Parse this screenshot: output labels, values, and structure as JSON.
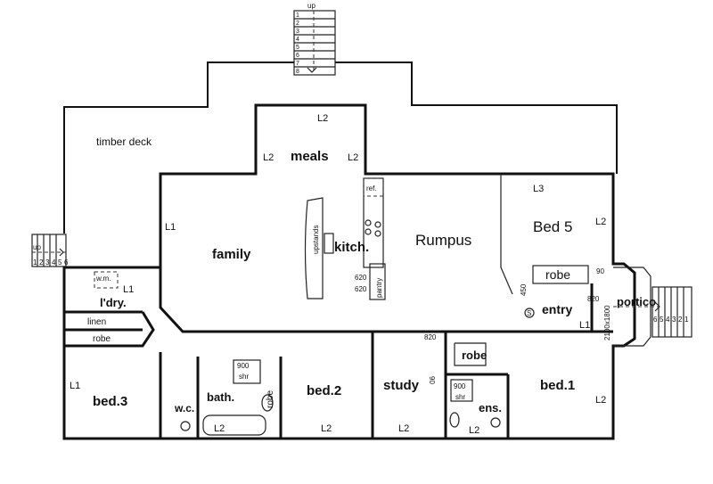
{
  "rooms": {
    "timber_deck": "timber deck",
    "meals": "meals",
    "family": "family",
    "kitchen": "kitch.",
    "rumpus": "Rumpus",
    "bed5": "Bed 5",
    "laundry": "l'dry.",
    "linen": "linen",
    "robe_hall": "robe",
    "robe_bed5": "robe",
    "robe_bed2": "robe",
    "robe_bed1": "robe",
    "entry": "entry",
    "portico": "portico",
    "bed3": "bed.3",
    "wc": "w.c.",
    "bath": "bath.",
    "bed2": "bed.2",
    "study": "study",
    "ensuite": "ens.",
    "bed1": "bed.1",
    "pantry": "pantry",
    "ref": "ref.",
    "upstands": "upstands",
    "washing_machine": "w.m."
  },
  "levels": {
    "meals_top": "L2",
    "meals_left": "L2",
    "meals_right": "L2",
    "family": "L1",
    "bed5_top": "L3",
    "bed5_right": "L2",
    "laundry": "L1",
    "entry": "L1",
    "bed3": "L1",
    "bath": "L2",
    "bed2": "L2",
    "study": "L2",
    "ensuite": "L2",
    "bed1": "L2"
  },
  "dimensions": {
    "pantry_door_1": "620",
    "pantry_door_2": "620",
    "robe_90": "90",
    "dim_450": "450",
    "entry_door": "820",
    "portico_door": "2100x1800",
    "study_door": "820",
    "study_90": "90",
    "shower_bath": "900",
    "shower_bath_label": "shr",
    "shower_ens": "900",
    "shower_ens_label": "shr",
    "smoke_detector": "S"
  },
  "stairs": {
    "top_label": "up",
    "top_steps": [
      "1",
      "2",
      "3",
      "4",
      "5",
      "6",
      "7",
      "8"
    ],
    "left_label": "up",
    "left_steps": [
      "1",
      "2",
      "3",
      "4",
      "5",
      "6"
    ],
    "right_steps": [
      "6",
      "5",
      "4",
      "3",
      "2",
      "1"
    ]
  }
}
